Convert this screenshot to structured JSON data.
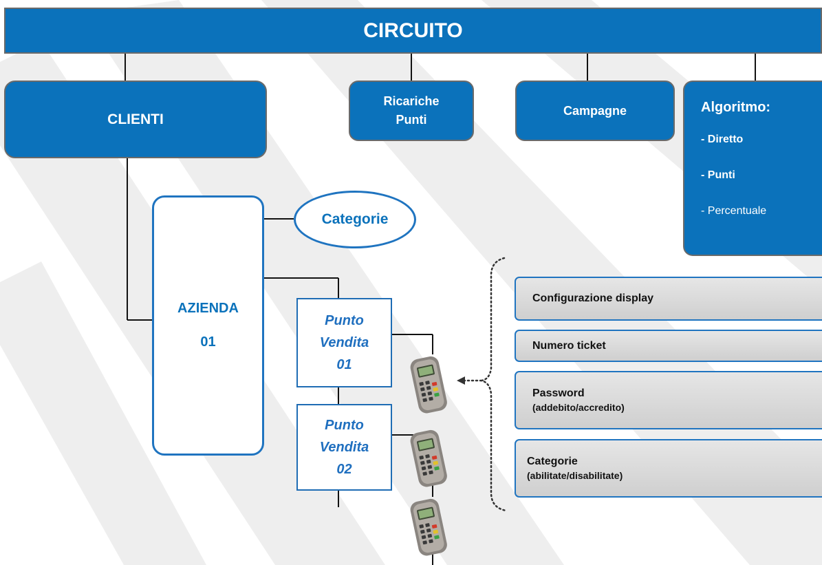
{
  "circuito": {
    "label": "CIRCUITO"
  },
  "clienti": {
    "label": "CLIENTI"
  },
  "ricariche": {
    "line1": "Ricariche",
    "line2": "Punti"
  },
  "campagne": {
    "label": "Campagne"
  },
  "algoritmo": {
    "title": "Algoritmo:",
    "items": [
      "- Diretto",
      "- Punti",
      "- Percentuale"
    ]
  },
  "categorie_bubble": {
    "label": "Categorie"
  },
  "azienda": {
    "line1": "AZIENDA",
    "line2": "01"
  },
  "punto_vendita": [
    {
      "line1": "Punto",
      "line2": "Vendita",
      "line3": "01"
    },
    {
      "line1": "Punto",
      "line2": "Vendita",
      "line3": "02"
    }
  ],
  "config": [
    {
      "title": "Configurazione display",
      "sub": ""
    },
    {
      "title": "Numero ticket",
      "sub": ""
    },
    {
      "title": "Password",
      "sub": "(addebito/accredito)"
    },
    {
      "title": "Categorie",
      "sub": "(abilitate/disabilitate)"
    }
  ],
  "colors": {
    "primary_blue": "#0B72BB",
    "box_border": "#1F74C0",
    "config_fill": "#DCDCDC"
  },
  "icons": [
    "pos-terminal-icon",
    "pos-terminal-icon",
    "pos-terminal-icon"
  ]
}
